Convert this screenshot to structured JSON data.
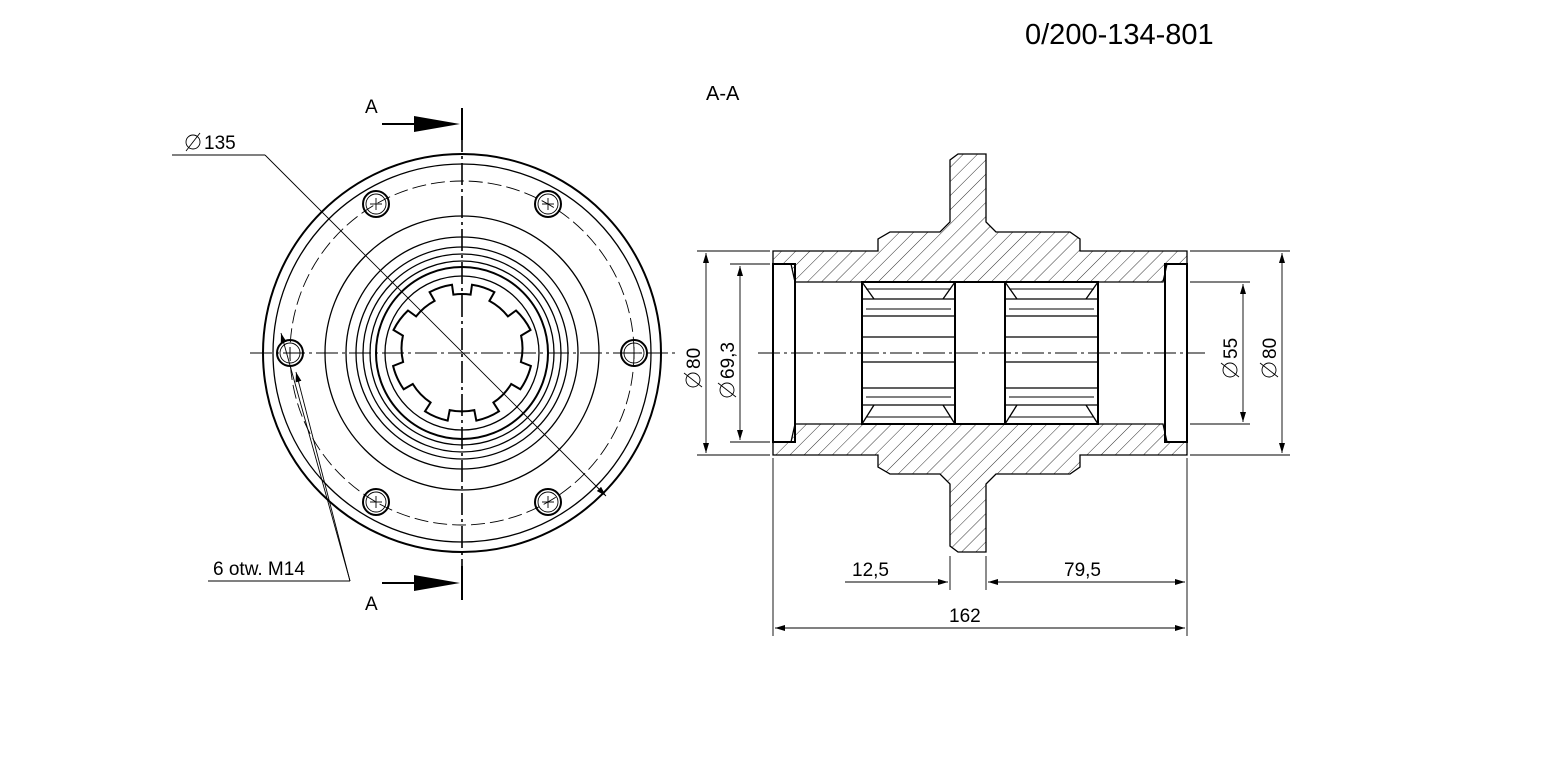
{
  "drawing": {
    "part_number": "0/200-134-801",
    "section_title": "A-A",
    "section_arrow_label": "A",
    "front_view": {
      "pitch_dia_label": "135",
      "holes_note": "6 otw. M14"
    },
    "section_view": {
      "dim_outer_left": "80",
      "dim_bore": "69,3",
      "dim_inner_right": "55",
      "dim_outer_right": "80",
      "dim_flange_thickness": "12,5",
      "dim_right_length": "79,5",
      "dim_total_length": "162"
    },
    "colors": {
      "line": "#000000",
      "background": "#ffffff"
    }
  }
}
